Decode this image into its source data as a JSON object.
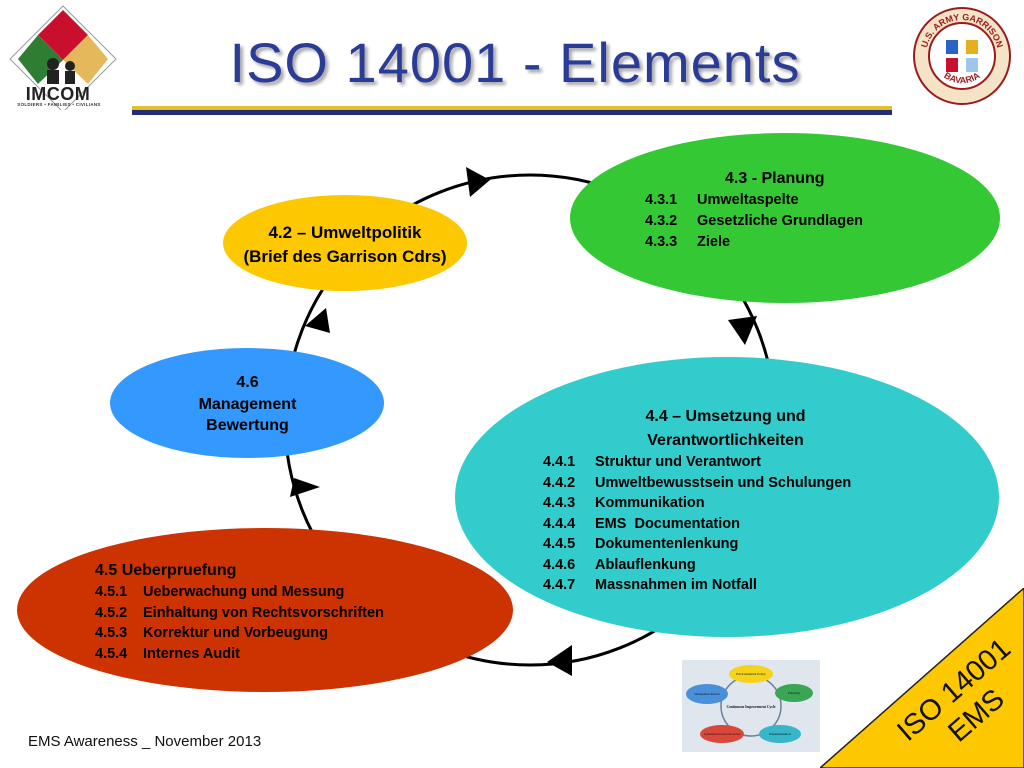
{
  "header": {
    "title": "ISO 14001 - Elements",
    "imcom_name": "IMCOM",
    "imcom_tagline": "SOLDIERS • FAMILIES • CIVILIANS",
    "seal_top_text": "U.S. ARMY GARRISON",
    "seal_bottom_text": "BAVARIA"
  },
  "cycle": {
    "umweltpolitik": {
      "line1": "4.2 – Umweltpolitik",
      "line2": "(Brief des Garrison Cdrs)"
    },
    "planung": {
      "title": "4.3 - Planung",
      "items": [
        {
          "num": "4.3.1",
          "label": "Umweltaspelte"
        },
        {
          "num": "4.3.2",
          "label": "Gesetzliche Grundlagen"
        },
        {
          "num": "4.3.3",
          "label": "Ziele"
        }
      ]
    },
    "management": {
      "line1": "4.6",
      "line2": "Management",
      "line3": "Bewertung"
    },
    "umsetzung": {
      "title_line1": "4.4 – Umsetzung und",
      "title_line2": "Verantwortlichkeiten",
      "items": [
        {
          "num": "4.4.1",
          "label": "Struktur und Verantwort"
        },
        {
          "num": "4.4.2",
          "label": "Umweltbewusstsein und Schulungen"
        },
        {
          "num": "4.4.3",
          "label": "Kommunikation"
        },
        {
          "num": "4.4.4",
          "label": "EMS  Documentation"
        },
        {
          "num": "4.4.5",
          "label": "Dokumentenlenkung"
        },
        {
          "num": "4.4.6",
          "label": "Ablauflenkung"
        },
        {
          "num": "4.4.7",
          "label": "Massnahmen im Notfall"
        }
      ]
    },
    "ueberpruefung": {
      "title": "4.5 Ueberpruefung",
      "items": [
        {
          "num": "4.5.1",
          "label": "Ueberwachung und Messung"
        },
        {
          "num": "4.5.2",
          "label": "Einhaltung von Rechtsvorschriften"
        },
        {
          "num": "4.5.3",
          "label": "Korrektur und Vorbeugung"
        },
        {
          "num": "4.5.4",
          "label": "Internes Audit"
        }
      ]
    }
  },
  "thumbnail": {
    "center_label": "Continuous Improvement Cycle",
    "nodes": [
      "Environmental Policy",
      "Planning",
      "Implementation",
      "Assessment & Corrective Action",
      "Management Review"
    ]
  },
  "footer": {
    "text": "EMS Awareness _ November 2013"
  },
  "badge": {
    "line1": "ISO 14001",
    "line2": "EMS"
  },
  "colors": {
    "title": "#2a3c96",
    "umweltpolitik": "#fdc800",
    "planung": "#34c934",
    "management": "#3399ff",
    "umsetzung": "#33cccc",
    "ueberpruefung": "#cc3300",
    "badge": "#fdc800"
  }
}
